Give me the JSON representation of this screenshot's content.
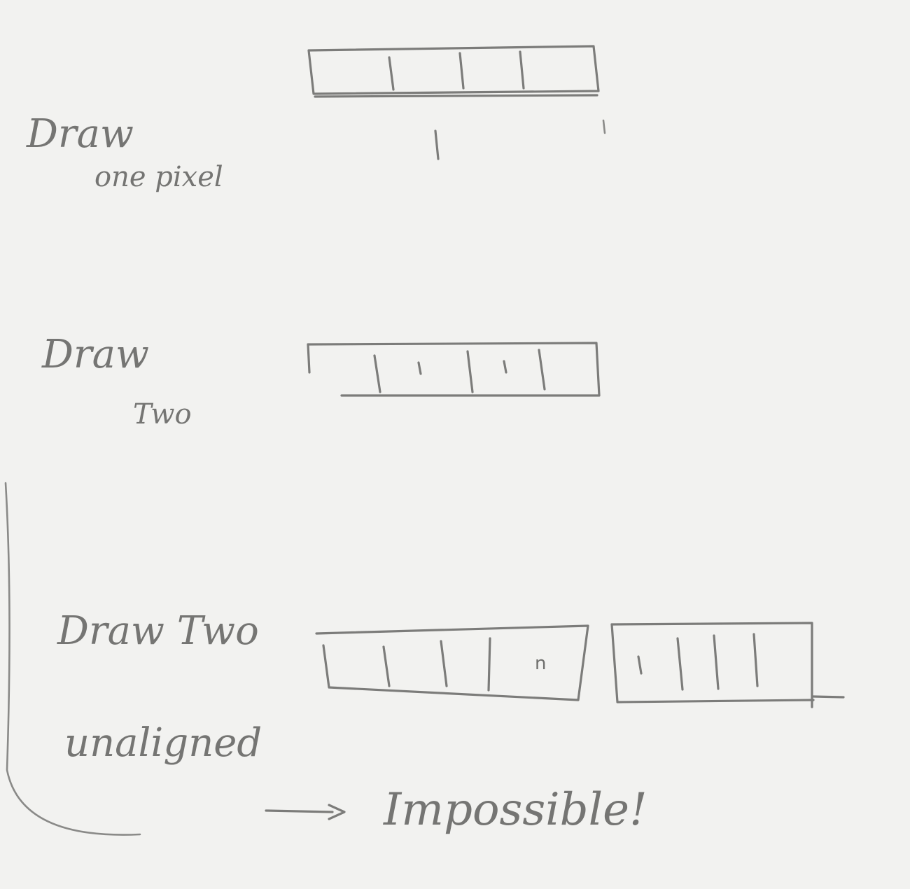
{
  "sections": [
    {
      "label_line1": "Draw",
      "label_line2": "one pixel"
    },
    {
      "label_line1": "Draw",
      "label_line2": "Two"
    },
    {
      "label_line1": "Draw Two",
      "label_line2": "unaligned"
    }
  ],
  "conclusion": "Impossible!",
  "colors": {
    "paper": "#f2f2f0",
    "pencil": "#7c7c7a"
  }
}
